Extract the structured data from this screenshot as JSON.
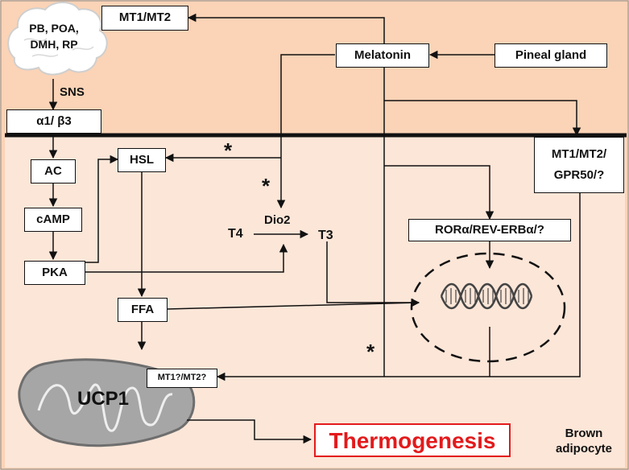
{
  "colors": {
    "outer_bg": "#fbd3b6",
    "cell_bg": "#fce6d8",
    "mito_fill": "#a6a6a6",
    "thermogenesis_red": "#e31a1c",
    "line": "#111111"
  },
  "brain": {
    "label": "PB, POA,\nDMH, RP",
    "icon": "brain-icon"
  },
  "sns_label": "SNS",
  "boxes": {
    "mt1_mt2_top": "MT1/MT2",
    "melatonin": "Melatonin",
    "pineal_gland": "Pineal gland",
    "alpha_beta": "α1/ β3",
    "ac": "AC",
    "camp": "cAMP",
    "pka": "PKA",
    "hsl": "HSL",
    "ffa": "FFA",
    "mt1_mt2_gpr50": "MT1/MT2/\nGPR50/?",
    "ror_reverb": "RORα/REV-ERBα/?",
    "mt1_mt2_mito": "MT1?/MT2?",
    "thermogenesis": "Thermogenesis"
  },
  "labels": {
    "t4": "T4",
    "dio2": "Dio2",
    "t3": "T3",
    "ucp1": "UCP1",
    "brown_adipocyte": "Brown\nadipocyte"
  },
  "asterisk": "*",
  "icons": [
    "brain-icon",
    "dna-icon",
    "mitochondrion-icon"
  ]
}
